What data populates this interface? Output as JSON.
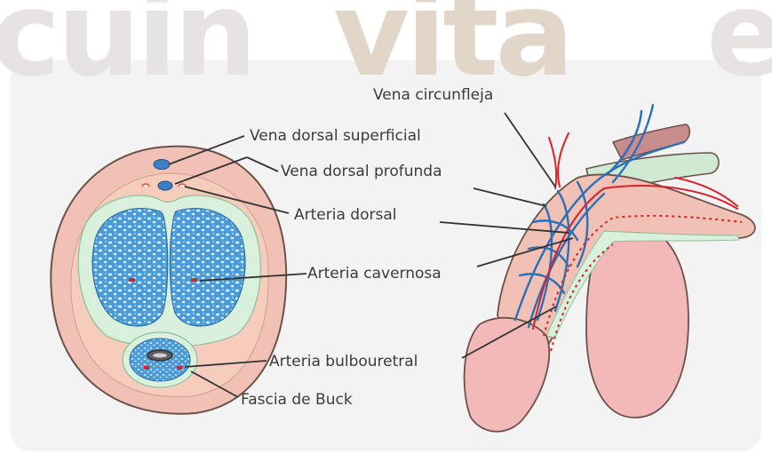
{
  "watermark": {
    "prefix": "cuin",
    "highlight": "vita",
    "suffix": "e",
    "colors": {
      "gray": "#e6e3e2",
      "accent": "#e2d6c9"
    }
  },
  "labels": {
    "vena_circunfleja": "Vena circunfleja",
    "vena_dorsal_superficial": "Vena dorsal superficial",
    "vena_dorsal_profunda": "Vena dorsal profunda",
    "arteria_dorsal": "Arteria dorsal",
    "arteria_cavernosa": "Arteria cavernosa",
    "arteria_bulbouretral": "Arteria bulbouretral",
    "fascia_de_buck": "Fascia de Buck"
  },
  "colors": {
    "panel": "#f3f3f4",
    "skin": "#f2c1b5",
    "skin_light": "#f6cdbd",
    "fascia": "#d9f0dd",
    "cavernosa": "#4aa3dc",
    "vein": "#2a6fb8",
    "artery": "#d8222a",
    "leader": "#333333"
  }
}
